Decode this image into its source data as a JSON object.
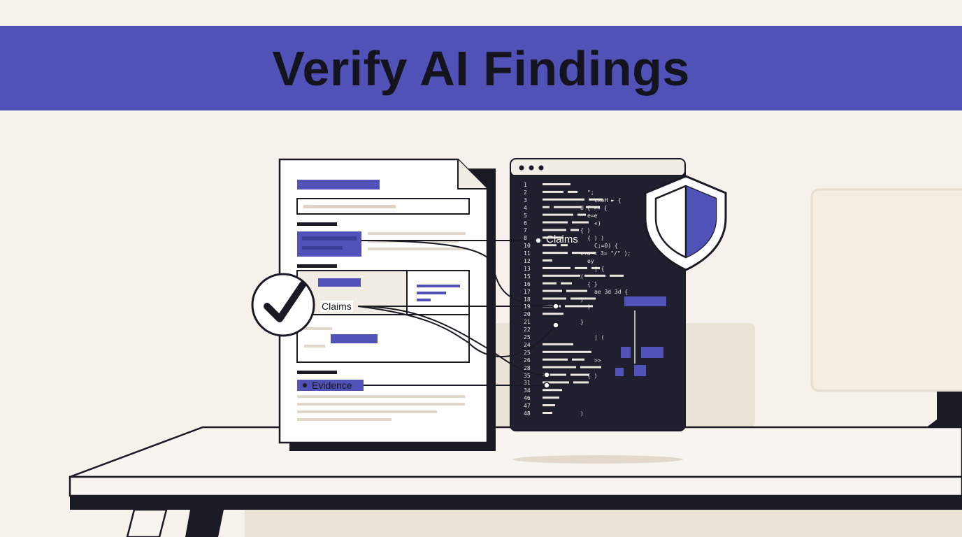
{
  "header": {
    "title": "Verify AI Findings"
  },
  "document": {
    "claims_label": "Claims",
    "evidence_label": "Evidence"
  },
  "code_window": {
    "claims_label": "Claims",
    "line_numbers": [
      "1",
      "2",
      "3",
      "4",
      "5",
      "6",
      "7",
      "8",
      "10",
      "11",
      "12",
      "13",
      "15",
      "16",
      "17",
      "18",
      "19",
      "20",
      "21",
      "22",
      "25",
      "24",
      "25",
      "26",
      "28",
      "35",
      "31",
      "34",
      "46",
      "47",
      "48"
    ],
    "code_fragments": [
      {
        "line": 1,
        "text": ""
      },
      {
        "line": 2,
        "text": "  \";"
      },
      {
        "line": 3,
        "text": "cxeH  ► {"
      },
      {
        "line": 4,
        "text": "U {  »» {"
      },
      {
        "line": 5,
        "text": "  e=e"
      },
      {
        "line": 6,
        "text": "  «)"
      },
      {
        "line": 7,
        "text": "{ )"
      },
      {
        "line": 8,
        "text": "{ ) )"
      },
      {
        "line": 10,
        "text": "C;=0) {"
      },
      {
        "line": 11,
        "text": "v.u = 3= \"/\" );"
      },
      {
        "line": 12,
        "text": "ey"
      },
      {
        "line": 13,
        "text": "| {"
      },
      {
        "line": 15,
        "text": "  ("
      },
      {
        "line": 16,
        "text": "{  }"
      },
      {
        "line": 17,
        "text": "ae 3d 3d  {"
      },
      {
        "line": 18,
        "text": "  )"
      },
      {
        "line": 19,
        "text": "  )"
      },
      {
        "line": 20,
        "text": ""
      },
      {
        "line": 21,
        "text": "}"
      },
      {
        "line": 22,
        "text": ""
      },
      {
        "line": 25,
        "text": "| ("
      },
      {
        "line": 26,
        "text": ">>"
      },
      {
        "line": 35,
        "text": "{ )"
      },
      {
        "line": 48,
        "text": ")"
      }
    ]
  },
  "colors": {
    "background": "#f6f1ea",
    "banner": "#5152b8",
    "accent": "#5152b8",
    "ink": "#16161f",
    "code_bg": "#1f1f2e"
  },
  "icons": [
    "checkmark-icon",
    "shield-icon",
    "window-dots-icon"
  ]
}
